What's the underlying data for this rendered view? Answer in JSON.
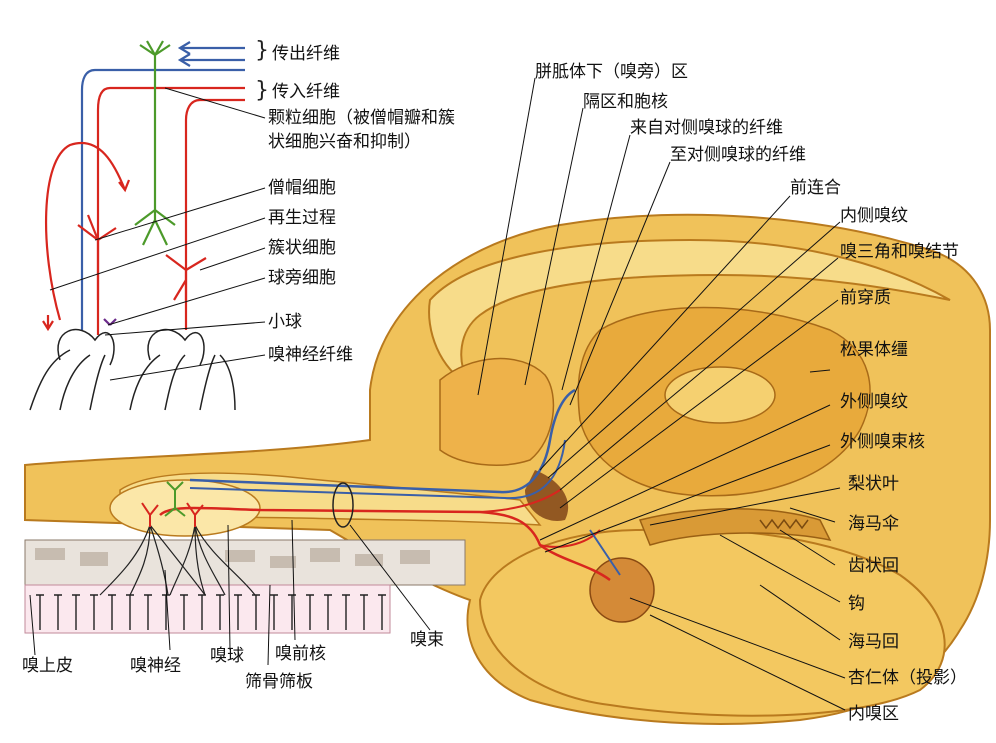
{
  "colors": {
    "efferent": "#3a5fa8",
    "afferent": "#d8261e",
    "granule": "#4c9a2a",
    "brain_fill": "#f0c25a",
    "brain_dark": "#b97a1e",
    "tissue": "#fbe7a8"
  },
  "inset_labels": {
    "efferent_fibers": "传出纤维",
    "afferent_fibers": "传入纤维",
    "granule_cells_1": "颗粒细胞（被僧帽瓣和簇",
    "granule_cells_2": "状细胞兴奋和抑制）",
    "mitral_cells": "僧帽细胞",
    "regeneration": "再生过程",
    "tufted_cells": "簇状细胞",
    "periglomerular_cells": "球旁细胞",
    "glomerulus": "小球",
    "olfactory_nerve_fibers": "嗅神经纤维"
  },
  "right_labels": {
    "subcallosal_area": "胼胝体下（嗅旁）区",
    "septal_nuclei": "隔区和胞核",
    "fibers_from_contralateral": "来自对侧嗅球的纤维",
    "fibers_to_contralateral": "至对侧嗅球的纤维",
    "anterior_commissure": "前连合",
    "medial_olfactory_stria": "内侧嗅纹",
    "olfactory_trigone": "嗅三角和嗅结节",
    "anterior_perforated": "前穿质",
    "pineal_stalk": "松果体缰",
    "lateral_olfactory_stria": "外侧嗅纹",
    "lateral_tract_nucleus": "外侧嗅束核",
    "piriform_lobe": "梨状叶",
    "fimbria": "海马伞",
    "dentate_gyrus": "齿状回",
    "uncus": "钩",
    "parahippocampal_gyrus": "海马回",
    "amygdala": "杏仁体（投影）",
    "entorhinal_area": "内嗅区"
  },
  "bottom_labels": {
    "olfactory_epithelium": "嗅上皮",
    "olfactory_nerve": "嗅神经",
    "olfactory_bulb": "嗅球",
    "ethmoid_plate": "筛骨筛板",
    "anterior_olfactory_nucleus": "嗅前核",
    "olfactory_tract": "嗅束"
  }
}
